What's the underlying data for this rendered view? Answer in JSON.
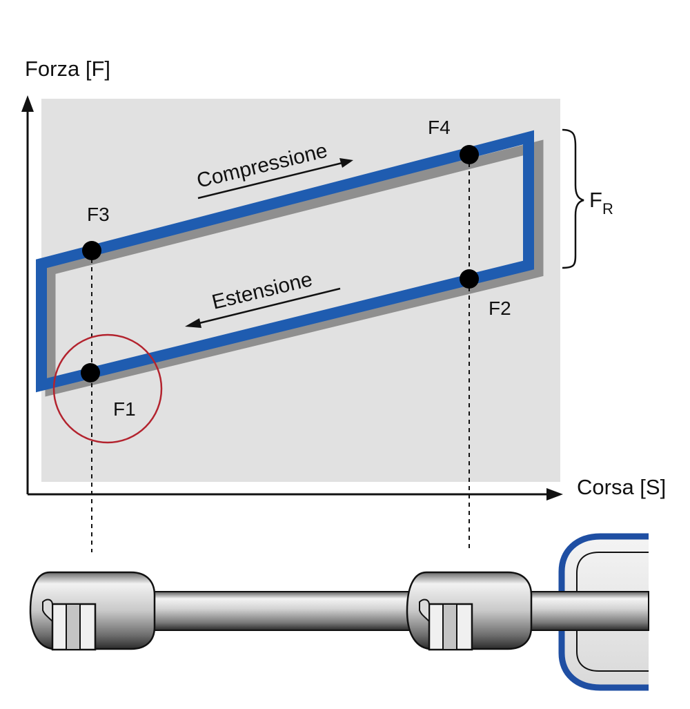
{
  "axes": {
    "y_label": "Forza [F]",
    "x_label": "Corsa [S]"
  },
  "cycle": {
    "compression_label": "Compressione",
    "extension_label": "Estensione",
    "points": [
      {
        "id": "F1",
        "label": "F1"
      },
      {
        "id": "F2",
        "label": "F2"
      },
      {
        "id": "F3",
        "label": "F3"
      },
      {
        "id": "F4",
        "label": "F4"
      }
    ],
    "friction_label": "F",
    "friction_subscript": "R"
  },
  "colors": {
    "loop": "#1f5cb0",
    "shadow": "#8f8f8f",
    "panel": "#e1e1e1",
    "highlight_circle": "#b3232e",
    "cap_outline": "#1f4fa3"
  }
}
